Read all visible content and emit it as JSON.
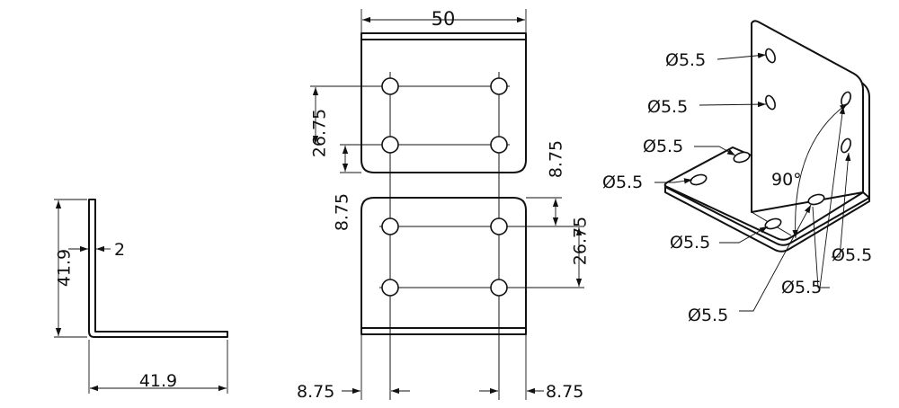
{
  "side_view": {
    "height_label": "41.9",
    "thickness_label": "2",
    "width_label": "41.9"
  },
  "front_view": {
    "width_label": "50",
    "hole_spacing_top_label": "26.75",
    "edge_offset_top_label": "8.75",
    "edge_offset_bottom_label": "8.75",
    "hole_spacing_bottom_label": "26.75",
    "left_margin_label": "8.75",
    "right_margin_label": "8.75"
  },
  "iso_view": {
    "angle_label": "90°",
    "hole_labels": [
      "Ø5.5",
      "Ø5.5",
      "Ø5.5",
      "Ø5.5",
      "Ø5.5",
      "Ø5.5",
      "Ø5.5",
      "Ø5.5"
    ]
  },
  "colors": {
    "line": "#111111",
    "background": "#ffffff"
  }
}
